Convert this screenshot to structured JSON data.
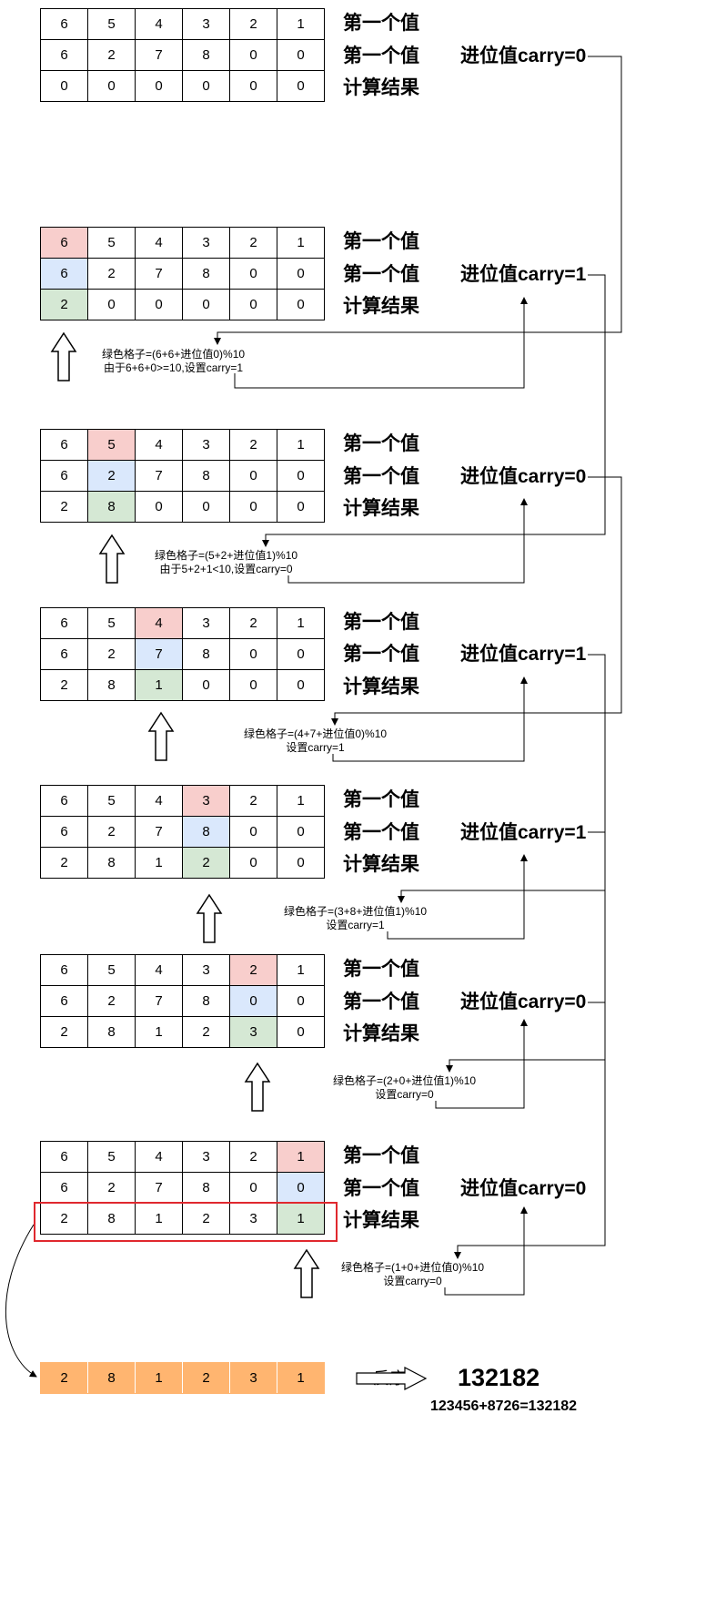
{
  "row_labels": [
    "第一个值",
    "第一个值",
    "计算结果"
  ],
  "steps": [
    {
      "rows": [
        [
          "6",
          "5",
          "4",
          "3",
          "2",
          "1"
        ],
        [
          "6",
          "2",
          "7",
          "8",
          "0",
          "0"
        ],
        [
          "0",
          "0",
          "0",
          "0",
          "0",
          "0"
        ]
      ],
      "carry_text": "进位值carry=0",
      "note": []
    },
    {
      "rows": [
        [
          "6",
          "5",
          "4",
          "3",
          "2",
          "1"
        ],
        [
          "6",
          "2",
          "7",
          "8",
          "0",
          "0"
        ],
        [
          "2",
          "0",
          "0",
          "0",
          "0",
          "0"
        ]
      ],
      "carry_text": "进位值carry=1",
      "note": [
        "绿色格子=(6+6+进位值0)%10",
        "由于6+6+0>=10,设置carry=1"
      ]
    },
    {
      "rows": [
        [
          "6",
          "5",
          "4",
          "3",
          "2",
          "1"
        ],
        [
          "6",
          "2",
          "7",
          "8",
          "0",
          "0"
        ],
        [
          "2",
          "8",
          "0",
          "0",
          "0",
          "0"
        ]
      ],
      "carry_text": "进位值carry=0",
      "note": [
        "绿色格子=(5+2+进位值1)%10",
        "由于5+2+1<10,设置carry=0"
      ]
    },
    {
      "rows": [
        [
          "6",
          "5",
          "4",
          "3",
          "2",
          "1"
        ],
        [
          "6",
          "2",
          "7",
          "8",
          "0",
          "0"
        ],
        [
          "2",
          "8",
          "1",
          "0",
          "0",
          "0"
        ]
      ],
      "carry_text": "进位值carry=1",
      "note": [
        "绿色格子=(4+7+进位值0)%10",
        "设置carry=1"
      ]
    },
    {
      "rows": [
        [
          "6",
          "5",
          "4",
          "3",
          "2",
          "1"
        ],
        [
          "6",
          "2",
          "7",
          "8",
          "0",
          "0"
        ],
        [
          "2",
          "8",
          "1",
          "2",
          "0",
          "0"
        ]
      ],
      "carry_text": "进位值carry=1",
      "note": [
        "绿色格子=(3+8+进位值1)%10",
        "设置carry=1"
      ]
    },
    {
      "rows": [
        [
          "6",
          "5",
          "4",
          "3",
          "2",
          "1"
        ],
        [
          "6",
          "2",
          "7",
          "8",
          "0",
          "0"
        ],
        [
          "2",
          "8",
          "1",
          "2",
          "3",
          "0"
        ]
      ],
      "carry_text": "进位值carry=0",
      "note": [
        "绿色格子=(2+0+进位值1)%10",
        "设置carry=0"
      ]
    },
    {
      "rows": [
        [
          "6",
          "5",
          "4",
          "3",
          "2",
          "1"
        ],
        [
          "6",
          "2",
          "7",
          "8",
          "0",
          "0"
        ],
        [
          "2",
          "8",
          "1",
          "2",
          "3",
          "1"
        ]
      ],
      "carry_text": "进位值carry=0",
      "note": [
        "绿色格子=(1+0+进位值0)%10",
        "设置carry=0"
      ]
    }
  ],
  "final_row": [
    "2",
    "8",
    "1",
    "2",
    "3",
    "1"
  ],
  "reverse_label": "反序",
  "result": "132182",
  "equation": "123456+8726=132182",
  "colors": {
    "first_value_cell": "#f8cecc",
    "second_value_cell": "#dae8fc",
    "result_cell": "#d5e8d4",
    "final_row": "#ffb570",
    "highlight_box": "#e0282e"
  }
}
